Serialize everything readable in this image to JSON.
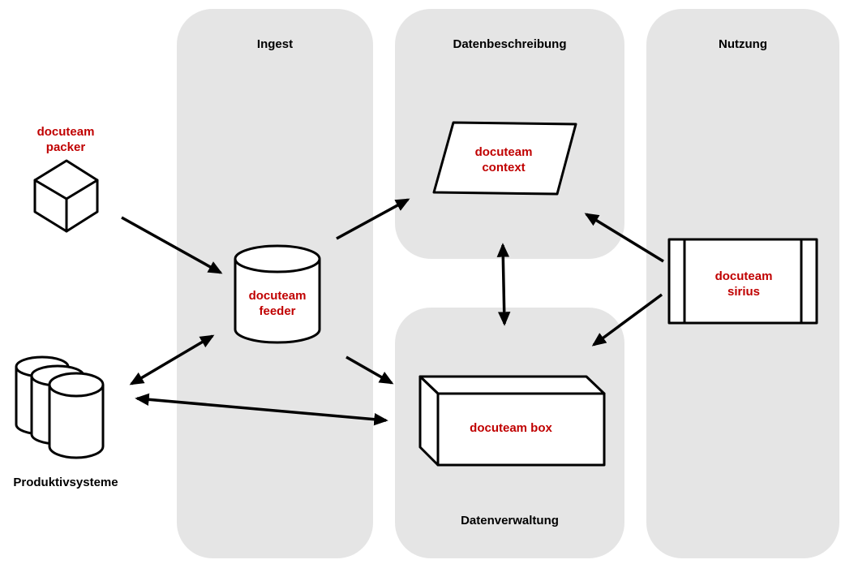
{
  "diagram": {
    "lanes": [
      {
        "id": "ingest",
        "label": "Ingest"
      },
      {
        "id": "datenbeschreibung",
        "label": "Datenbeschreibung"
      },
      {
        "id": "nutzung",
        "label": "Nutzung"
      },
      {
        "id": "datenverwaltung",
        "label": "Datenverwaltung"
      }
    ],
    "nodes": [
      {
        "id": "packer",
        "shape": "cube",
        "lane": null,
        "lines": [
          "docuteam",
          "packer"
        ]
      },
      {
        "id": "feeder",
        "shape": "cylinder",
        "lane": "ingest",
        "lines": [
          "docuteam",
          "feeder"
        ]
      },
      {
        "id": "context",
        "shape": "parallelogram",
        "lane": "datenbeschreibung",
        "lines": [
          "docuteam",
          "context"
        ]
      },
      {
        "id": "sirius",
        "shape": "predefined-process",
        "lane": "nutzung",
        "lines": [
          "docuteam",
          "sirius"
        ]
      },
      {
        "id": "box",
        "shape": "box-3d",
        "lane": "datenverwaltung",
        "lines": [
          "docuteam box"
        ]
      },
      {
        "id": "produktivsysteme",
        "shape": "cylinder-group",
        "lane": null,
        "lines": [
          "Produktivsysteme"
        ]
      }
    ],
    "edges": [
      {
        "from": "packer",
        "to": "feeder",
        "bidirectional": false
      },
      {
        "from": "feeder",
        "to": "context",
        "bidirectional": false
      },
      {
        "from": "produktivsysteme",
        "to": "feeder",
        "bidirectional": true
      },
      {
        "from": "produktivsysteme",
        "to": "box",
        "bidirectional": true
      },
      {
        "from": "feeder",
        "to": "box",
        "bidirectional": false
      },
      {
        "from": "context",
        "to": "box",
        "bidirectional": true
      },
      {
        "from": "sirius",
        "to": "context",
        "bidirectional": false
      },
      {
        "from": "sirius",
        "to": "box",
        "bidirectional": false
      }
    ],
    "colors": {
      "background": "#ffffff",
      "lane_background": "#e5e5e5",
      "node_fill": "#ffffff",
      "outline": "#000000",
      "node_label": "#c00000",
      "lane_label": "#000000"
    }
  }
}
